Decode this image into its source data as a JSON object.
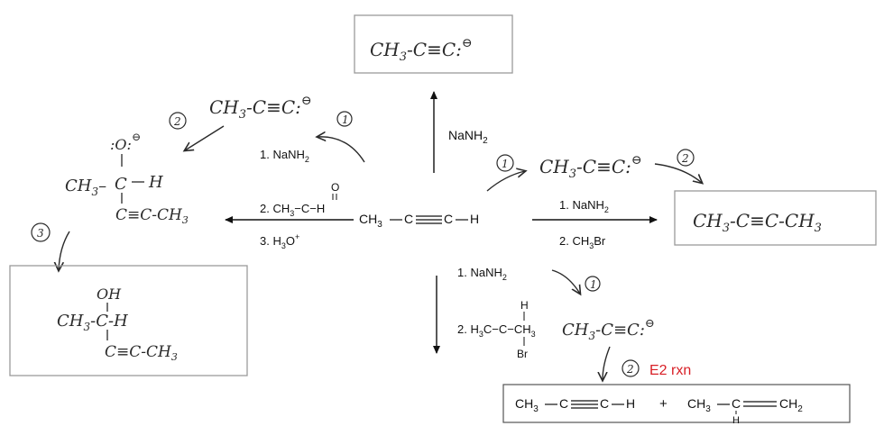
{
  "center": {
    "molecule": "CH3—C≡C—H",
    "ch3": "CH",
    "ch3_sub": "3",
    "c_left": "C",
    "c_right": "C",
    "h": "H"
  },
  "top": {
    "reagent_label": "NaNH",
    "reagent_sub": "2",
    "product_ch": "CH",
    "product_sub": "3",
    "product_rest": "-C≡C:",
    "product_charge": "⊖"
  },
  "left": {
    "step1": "1. NaNH",
    "step1_sub": "2",
    "step2_prefix": "2. CH",
    "step2_sub": "3",
    "step2_rest": "−C−H",
    "step2_o": "O",
    "step3_prefix": "3. H",
    "step3_sub": "3",
    "step3_o": "O",
    "step3_plus": "+",
    "anion_ch": "CH",
    "anion_sub": "3",
    "anion_rest": "-C≡C:",
    "anion_charge": "⊖",
    "step_num_1": "1",
    "step_num_2": "2",
    "step_num_3": "3",
    "alkoxide_o": ":O:",
    "alkoxide_charge": "⊖",
    "intermediate_ch": "CH",
    "intermediate_sub": "3",
    "intermediate_dash": "–",
    "intermediate_c": "C",
    "intermediate_h": "H",
    "intermediate_tail": "C≡C-CH",
    "intermediate_tail_sub": "3",
    "product_oh": "OH",
    "product_ch": "CH",
    "product_sub": "3",
    "product_mid": "-C-H",
    "product_tail": "C≡C-CH",
    "product_tail_sub": "3"
  },
  "right": {
    "anion_ch": "CH",
    "anion_sub": "3",
    "anion_rest": "-C≡C:",
    "anion_charge": "⊖",
    "step_num_1": "1",
    "step_num_2": "2",
    "reagent1": "1. NaNH",
    "reagent1_sub": "2",
    "reagent2": "2. CH",
    "reagent2_sub": "3",
    "reagent2_rest": "Br",
    "product_ch": "CH",
    "product_sub": "3",
    "product_rest": "-C≡C-CH",
    "product_sub2": "3"
  },
  "bottom": {
    "reagent1": "1. NaNH",
    "reagent1_sub": "2",
    "reagent2_prefix": "2. H",
    "reagent2_sub": "3",
    "reagent2_c": "C−C−CH",
    "reagent2_sub2": "3",
    "reagent2_h": "H",
    "reagent2_br": "Br",
    "step_num_1": "1",
    "step_num_2": "2",
    "anion_ch": "CH",
    "anion_sub": "3",
    "anion_rest": "-C≡C:",
    "anion_charge": "⊖",
    "e2_label": "E2 rxn",
    "prod1_ch": "CH",
    "prod1_sub": "3",
    "prod1_c1": "C",
    "prod1_c2": "C",
    "prod1_h": "H",
    "plus": "+",
    "prod2_ch": "CH",
    "prod2_sub": "3",
    "prod2_c": "C",
    "prod2_ch2": "CH",
    "prod2_ch2_sub": "2",
    "prod2_h": "H"
  },
  "colors": {
    "ink": "#111111",
    "pencil": "#2a2a2a",
    "box": "#9a9a9a",
    "accent": "#d81f26"
  }
}
